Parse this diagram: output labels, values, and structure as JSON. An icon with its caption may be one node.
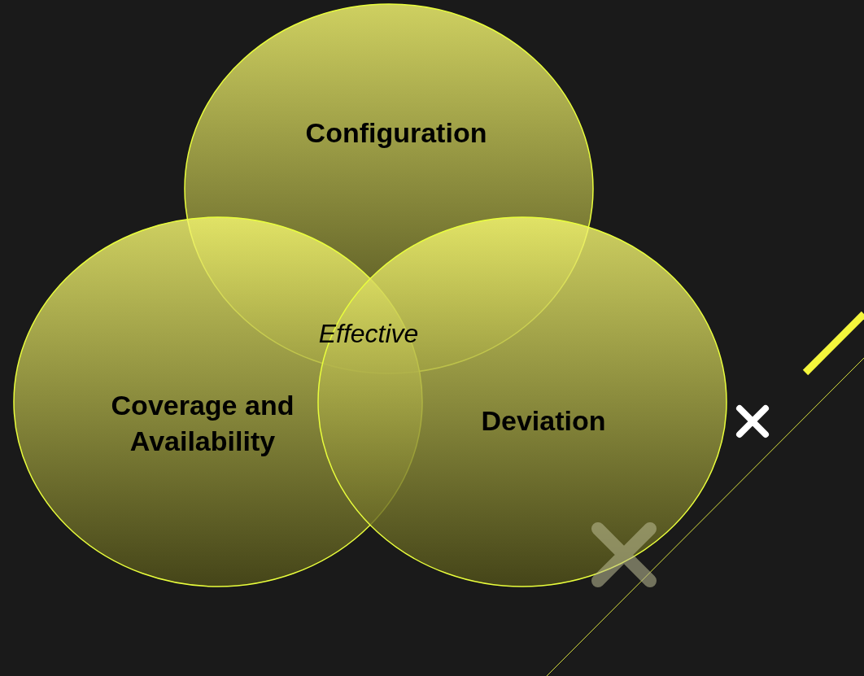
{
  "diagram": {
    "nodes": [
      {
        "text": [
          "Configuration"
        ]
      },
      {
        "text": [
          "Coverage and Availability"
        ]
      },
      {
        "text": [
          "Deviation"
        ]
      }
    ],
    "labels": [
      "Effective"
    ]
  }
}
